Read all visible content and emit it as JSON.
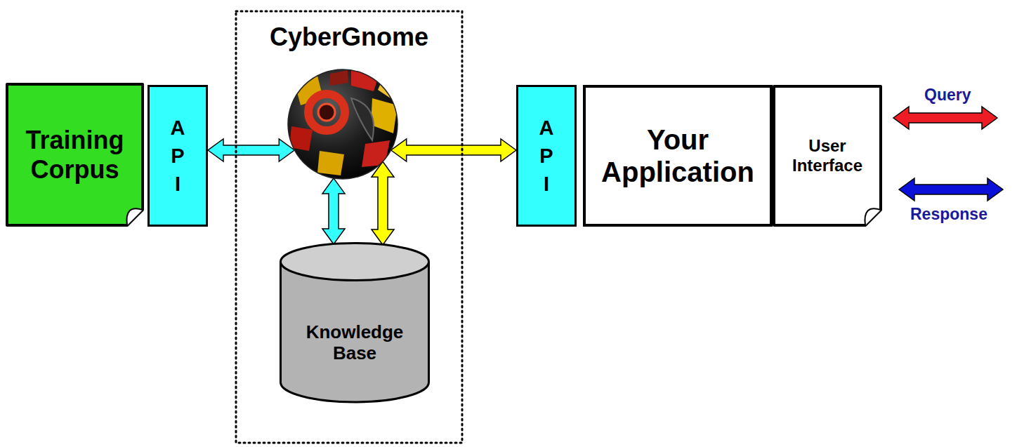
{
  "diagram": {
    "nodes": [
      {
        "text": [
          "Training Corpus"
        ]
      },
      {
        "text": [
          "A P I"
        ]
      },
      {
        "text": [
          "CyberGnome"
        ]
      },
      {
        "text": [
          "Knowledge Base"
        ],
        "in": 2
      },
      {
        "text": [
          "A P I"
        ]
      },
      {
        "text": [
          "Your Application"
        ]
      },
      {
        "text": [
          "User Interface"
        ]
      }
    ],
    "edges": [
      {
        "from": 1,
        "to": 2,
        "arrow": "both"
      },
      {
        "from": 2,
        "to": 4,
        "arrow": "both"
      },
      {
        "from": 2,
        "to": 3,
        "arrow": "both"
      },
      {
        "from": 2,
        "to": 3,
        "arrow": "both"
      }
    ],
    "labels": [
      "Query",
      "Response"
    ]
  }
}
